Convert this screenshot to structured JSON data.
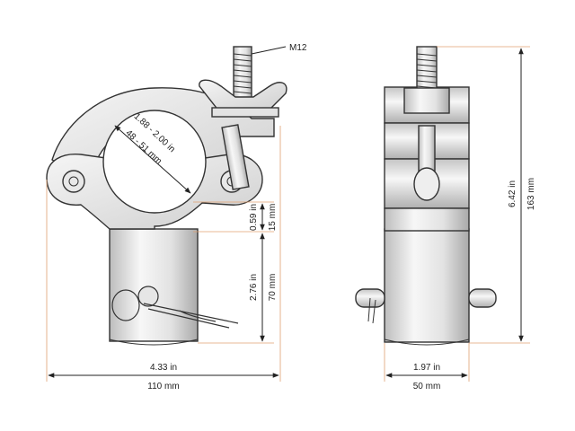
{
  "labels": {
    "bolt": "M12",
    "tube_diameter_in": "1.88 - 2.00 in",
    "tube_diameter_mm": "48 - 51 mm",
    "gap_in": "0.59 in",
    "gap_mm": "15 mm",
    "spigot_len_in": "2.76 in",
    "spigot_len_mm": "70 mm",
    "total_width_in": "4.33 in",
    "total_width_mm": "110 mm",
    "spigot_width_in": "1.97 in",
    "spigot_width_mm": "50 mm",
    "total_height_in": "6.42 in",
    "total_height_mm": "163 mm"
  },
  "colors": {
    "extension_lines": "#e0a070",
    "metal_light": "#f4f4f4",
    "metal_dark": "#bdbdbd",
    "dimension_lines": "#222222"
  }
}
